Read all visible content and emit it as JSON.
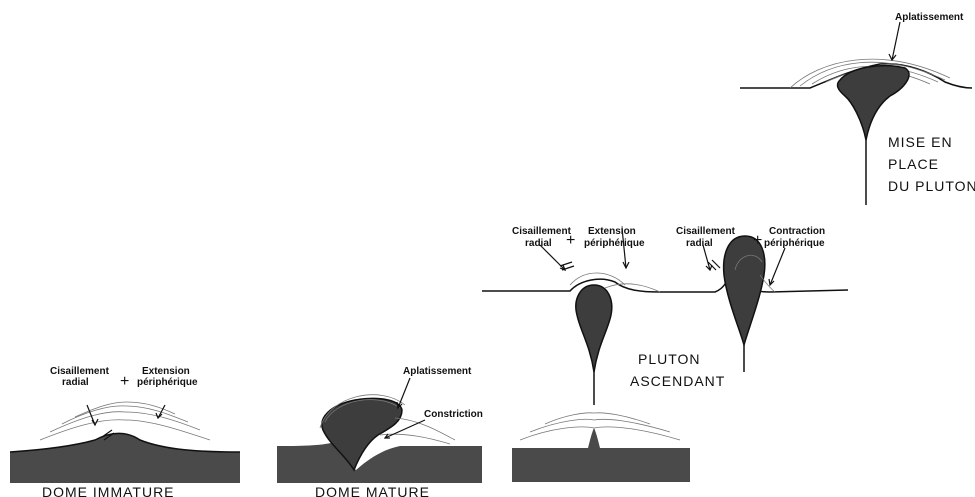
{
  "labels": {
    "mise_en_place_aplatissement": "Aplatissement",
    "mise_en_place_title_1": "MISE EN",
    "mise_en_place_title_2": "PLACE",
    "mise_en_place_title_3": "DU PLUTON",
    "asc_left_cisaillement_1": "Cisaillement",
    "asc_left_cisaillement_2": "radial",
    "asc_left_extension_1": "Extension",
    "asc_left_extension_2": "périphérique",
    "asc_right_cisaillement_1": "Cisaillement",
    "asc_right_cisaillement_2": "radial",
    "asc_right_contraction_1": "Contraction",
    "asc_right_contraction_2": "périphérique",
    "pluton_ascendant_1": "PLUTON",
    "pluton_ascendant_2": "ASCENDANT",
    "immature_cisaillement_1": "Cisaillement",
    "immature_cisaillement_2": "radial",
    "immature_extension_1": "Extension",
    "immature_extension_2": "périphérique",
    "mature_aplatissement": "Aplatissement",
    "mature_constriction": "Constriction",
    "caption_immature": "DOME   IMMATURE",
    "caption_mature": "DOME  MATURE",
    "plus": "+"
  }
}
